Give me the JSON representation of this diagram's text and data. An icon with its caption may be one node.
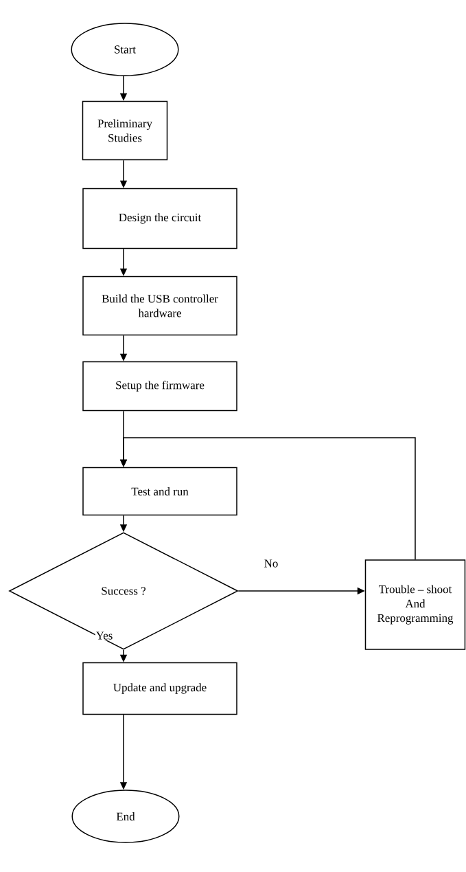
{
  "diagram": {
    "nodes": [
      {
        "text": [
          "Start"
        ]
      },
      {
        "text": [
          "Preliminary Studies"
        ]
      },
      {
        "text": [
          "Design the circuit"
        ]
      },
      {
        "text": [
          "Build the USB controller hardware"
        ]
      },
      {
        "text": [
          "Setup the firmware"
        ]
      },
      {
        "text": [
          "Test and run"
        ]
      },
      {
        "text": [
          "Success ?"
        ]
      },
      {
        "text": [
          "Trouble – shoot And Reprogramming"
        ]
      },
      {
        "text": [
          "Update and upgrade"
        ]
      },
      {
        "text": [
          "End"
        ]
      }
    ],
    "edges": [
      {
        "from": 0,
        "to": 1,
        "arrow": "to"
      },
      {
        "from": 1,
        "to": 2,
        "arrow": "to"
      },
      {
        "from": 2,
        "to": 3,
        "arrow": "to"
      },
      {
        "from": 3,
        "to": 4,
        "arrow": "to"
      },
      {
        "from": 4,
        "to": 5,
        "arrow": "to"
      },
      {
        "from": 5,
        "to": 6,
        "arrow": "to"
      },
      {
        "from": 6,
        "to": 7,
        "label": "No",
        "arrow": "to"
      },
      {
        "from": 7,
        "to": 5,
        "arrow": "to"
      },
      {
        "from": 6,
        "to": 8,
        "label": "Yes",
        "arrow": "to"
      },
      {
        "from": 8,
        "to": 9,
        "arrow": "to"
      }
    ]
  }
}
